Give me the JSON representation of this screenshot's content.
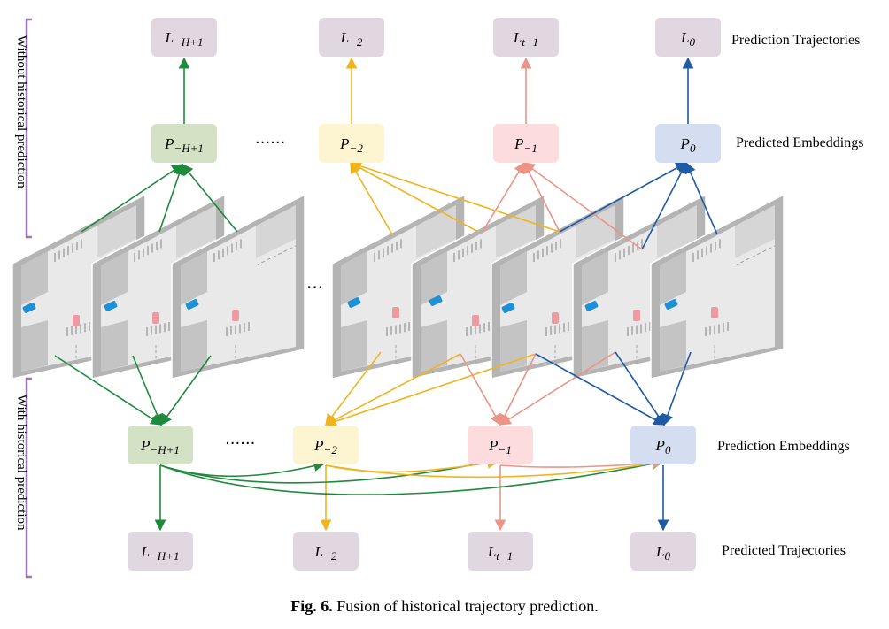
{
  "side_labels": {
    "top": "Without historical prediction",
    "bottom": "With historical prediction"
  },
  "row_labels": {
    "top_trajectories": "Prediction Trajectories",
    "top_embeddings": "Predicted Embeddings",
    "bottom_embeddings": "Prediction Embeddings",
    "bottom_trajectories": "Predicted Trajectories"
  },
  "ellipsis": {
    "short": "······",
    "frames": "···"
  },
  "nodes": {
    "top_L": [
      {
        "base": "L",
        "sub": "−H+1"
      },
      {
        "base": "L",
        "sub": "−2"
      },
      {
        "base": "L",
        "sub": "t−1"
      },
      {
        "base": "L",
        "sub": "0"
      }
    ],
    "top_P": [
      {
        "base": "P",
        "sub": "−H+1"
      },
      {
        "base": "P",
        "sub": "−2"
      },
      {
        "base": "P",
        "sub": "−1"
      },
      {
        "base": "P",
        "sub": "0"
      }
    ],
    "bottom_P": [
      {
        "base": "P",
        "sub": "−H+1"
      },
      {
        "base": "P",
        "sub": "−2"
      },
      {
        "base": "P",
        "sub": "−1"
      },
      {
        "base": "P",
        "sub": "0"
      }
    ],
    "bottom_L": [
      {
        "base": "L",
        "sub": "−H+1"
      },
      {
        "base": "L",
        "sub": "−2"
      },
      {
        "base": "L",
        "sub": "t−1"
      },
      {
        "base": "L",
        "sub": "0"
      }
    ]
  },
  "colors": {
    "green": "#1e8a3c",
    "yellow": "#f0b41e",
    "pink": "#eb9487",
    "blue": "#1e5aa5",
    "L_fill": "#e1d7e1",
    "P_fills": [
      "#d3e2c4",
      "#fdf4d2",
      "#fcdcdc",
      "#d5def1"
    ],
    "bracket": "#9b7bb8",
    "frame_gray": "#b4b4b4"
  },
  "caption": {
    "label": "Fig. 6.",
    "text": "Fusion of historical trajectory prediction."
  }
}
